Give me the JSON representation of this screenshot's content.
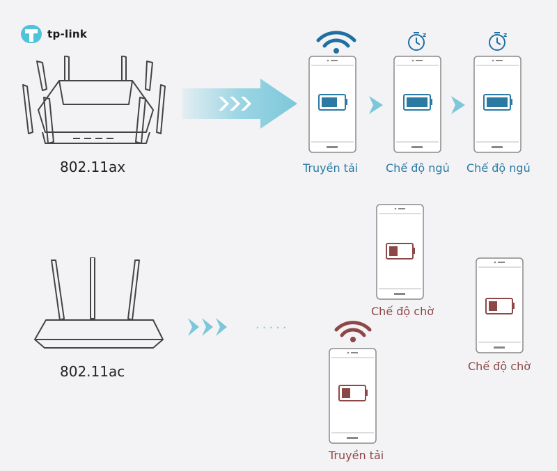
{
  "logo": {
    "text": "tp-link"
  },
  "routers": {
    "ax": {
      "label": "802.11ax"
    },
    "ac": {
      "label": "802.11ac"
    }
  },
  "ax_phones": [
    {
      "label": "Truyền tải",
      "icon": "wifi-icon"
    },
    {
      "label": "Chế độ ngủ",
      "icon": "sleep-timer-icon"
    },
    {
      "label": "Chế độ ngủ",
      "icon": "sleep-timer-icon"
    }
  ],
  "ac_phones": [
    {
      "label": "Chế độ chờ"
    },
    {
      "label": "Chế độ chờ"
    },
    {
      "label": "Truyền tải",
      "icon": "wifi-icon"
    }
  ],
  "dots": ".....",
  "colors": {
    "ax_accent": "#2a7aa3",
    "ac_accent": "#8e4747",
    "arrow": "#8cd0e0",
    "phone_outline": "#8a8a8a",
    "background": "#f3f3f5"
  }
}
